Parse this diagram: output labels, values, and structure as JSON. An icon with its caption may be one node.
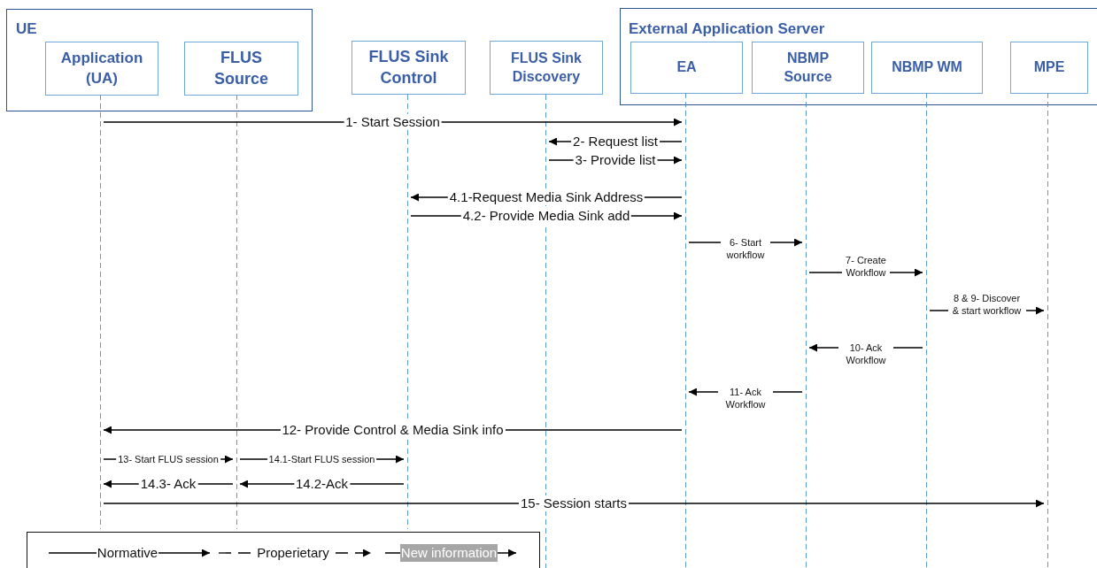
{
  "diagram": {
    "nodes": [
      {
        "text": [
          "UE"
        ]
      },
      {
        "text": [
          "Application (UA)"
        ],
        "in": 0
      },
      {
        "text": [
          "FLUS Source"
        ],
        "in": 0
      },
      {
        "text": [
          "FLUS Sink Control"
        ]
      },
      {
        "text": [
          "FLUS Sink Discovery"
        ]
      },
      {
        "text": [
          "External Application Server"
        ]
      },
      {
        "text": [
          "EA"
        ],
        "in": 5
      },
      {
        "text": [
          "NBMP Source"
        ],
        "in": 5
      },
      {
        "text": [
          "NBMP WM"
        ],
        "in": 5
      },
      {
        "text": [
          "MPE"
        ],
        "in": 5
      },
      {
        "text": [],
        "shape": "line"
      },
      {
        "text": [],
        "shape": "line"
      },
      {
        "text": [],
        "shape": "line"
      },
      {
        "text": [],
        "shape": "line"
      },
      {
        "text": [],
        "shape": "line"
      },
      {
        "text": [],
        "shape": "line"
      },
      {
        "text": [],
        "shape": "line"
      },
      {
        "text": [],
        "shape": "line"
      }
    ],
    "edges": [
      {
        "from": 10,
        "to": 14,
        "arrow": "to",
        "label": "1- Start Session"
      },
      {
        "from": 14,
        "to": 13,
        "arrow": "to",
        "label": "2- Request list"
      },
      {
        "from": 13,
        "to": 14,
        "arrow": "to",
        "label": "3- Provide list"
      },
      {
        "from": 14,
        "to": 12,
        "arrow": "to",
        "label": "4.1-Request Media Sink Address"
      },
      {
        "from": 12,
        "to": 14,
        "arrow": "to",
        "label": "4.2- Provide Media Sink add"
      },
      {
        "from": 14,
        "to": 15,
        "arrow": "to",
        "label": "6- Start workflow"
      },
      {
        "from": 15,
        "to": 16,
        "arrow": "to",
        "label": "7- Create Workflow"
      },
      {
        "from": 16,
        "to": 17,
        "arrow": "to",
        "label": "8 & 9- Discover & start workflow"
      },
      {
        "from": 16,
        "to": 15,
        "arrow": "to",
        "label": "10- Ack Workflow"
      },
      {
        "from": 15,
        "to": 14,
        "arrow": "to",
        "label": "11- Ack Workflow"
      },
      {
        "from": 14,
        "to": 10,
        "arrow": "to",
        "label": "12- Provide Control & Media Sink info"
      },
      {
        "from": 10,
        "to": 11,
        "arrow": "to",
        "label": "13- Start FLUS session"
      },
      {
        "from": 11,
        "to": 12,
        "arrow": "to",
        "label": "14.1-Start FLUS session"
      },
      {
        "from": 12,
        "to": 11,
        "arrow": "to",
        "label": "14.2-Ack"
      },
      {
        "from": 11,
        "to": 10,
        "arrow": "to",
        "label": "14.3- Ack"
      },
      {
        "from": 10,
        "to": 17,
        "arrow": "to",
        "label": "15- Session starts"
      }
    ],
    "legend": [
      {
        "text": "Normative"
      },
      {
        "text": "Properietary"
      },
      {
        "text": "New information"
      }
    ]
  }
}
